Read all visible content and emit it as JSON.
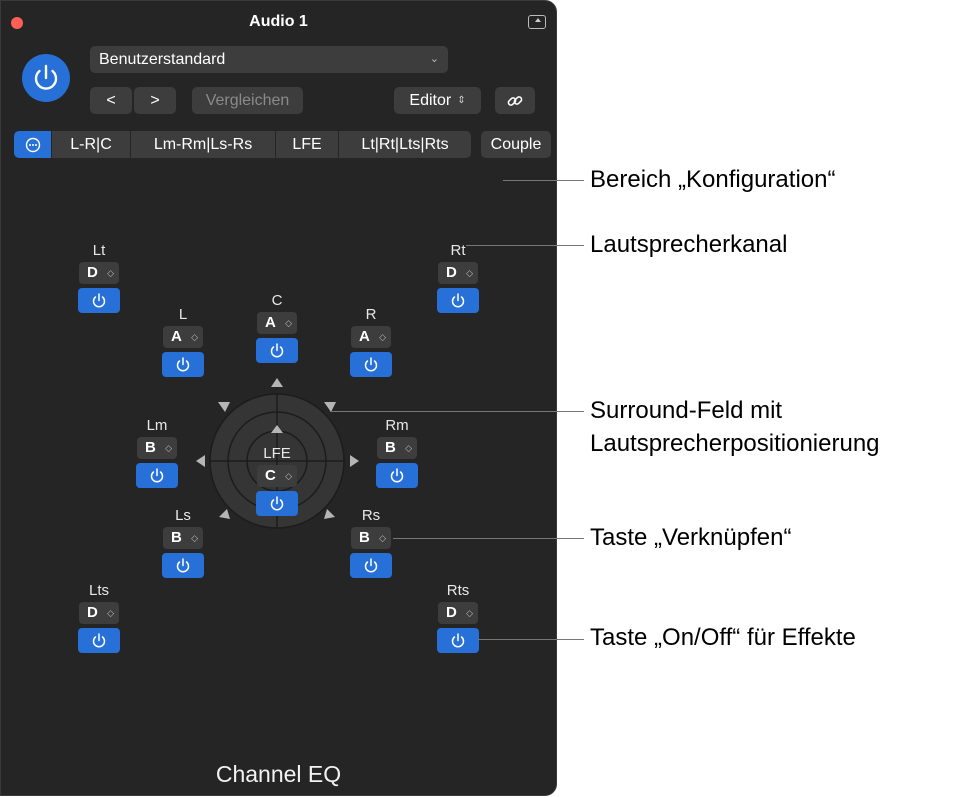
{
  "window": {
    "title": "Audio 1"
  },
  "preset": {
    "value": "Benutzerstandard"
  },
  "toolbar": {
    "prev_label": "<",
    "next_label": ">",
    "compare_label": "Vergleichen",
    "editor_label": "Editor",
    "link_icon": "link-icon"
  },
  "config_tabs": [
    {
      "label": "···",
      "icon": "more-icon",
      "selected": true
    },
    {
      "label": "L-R|C"
    },
    {
      "label": "Lm-Rm|Ls-Rs"
    },
    {
      "label": "LFE"
    },
    {
      "label": "Lt|Rt|Lts|Rts"
    }
  ],
  "couple_label": "Couple",
  "channels": {
    "lt": {
      "label": "Lt",
      "value": "D"
    },
    "rt": {
      "label": "Rt",
      "value": "D"
    },
    "l": {
      "label": "L",
      "value": "A"
    },
    "c": {
      "label": "C",
      "value": "A"
    },
    "r": {
      "label": "R",
      "value": "A"
    },
    "lm": {
      "label": "Lm",
      "value": "B"
    },
    "rm": {
      "label": "Rm",
      "value": "B"
    },
    "lfe": {
      "label": "LFE",
      "value": "C"
    },
    "ls": {
      "label": "Ls",
      "value": "B"
    },
    "rs": {
      "label": "Rs",
      "value": "B"
    },
    "lts": {
      "label": "Lts",
      "value": "D"
    },
    "rts": {
      "label": "Rts",
      "value": "D"
    }
  },
  "plugin_name": "Channel EQ",
  "callouts": {
    "config": "Bereich „Konfiguration“",
    "speaker": "Lautsprecherkanal",
    "surround_1": "Surround-Feld mit",
    "surround_2": "Lautsprecherpositionierung",
    "link": "Taste „Verknüpfen“",
    "onoff": "Taste „On/Off“ für Effekte"
  },
  "colors": {
    "accent": "#2670d8",
    "panel": "#252525",
    "control": "#3d3d3d"
  }
}
